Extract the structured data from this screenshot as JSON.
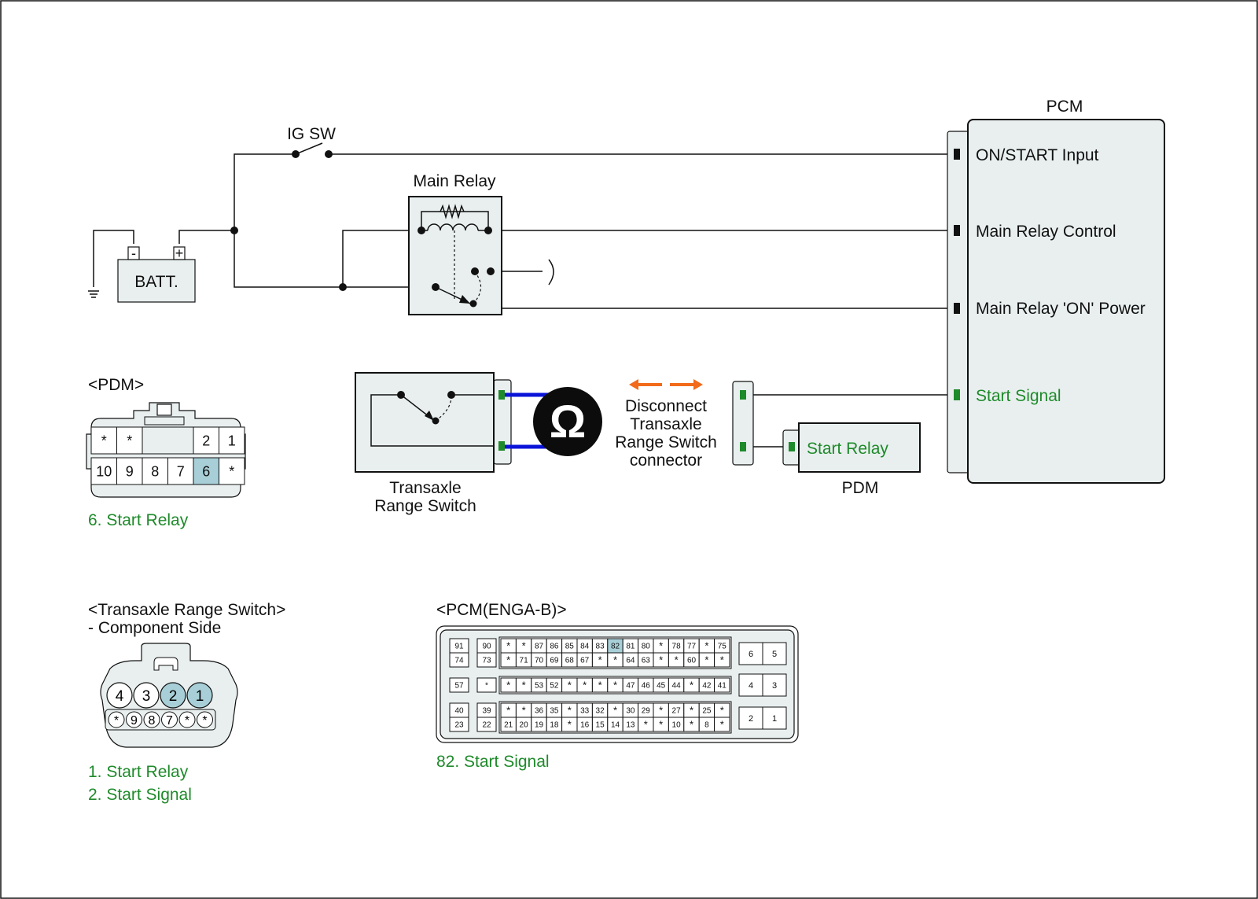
{
  "labels": {
    "ig_sw": "IG SW",
    "main_relay": "Main Relay",
    "battery": "BATT.",
    "battery_neg": "-",
    "battery_pos": "+",
    "pcm": "PCM",
    "pdm_bottom": "PDM",
    "trs_line1": "Transaxle",
    "trs_line2": "Range Switch",
    "disconnect": [
      "Disconnect",
      "Transaxle",
      "Range Switch",
      "connector"
    ],
    "ohm": "Ω",
    "start_relay_box": "Start Relay"
  },
  "pcm_pins": [
    {
      "label": "ON/START Input",
      "color": "#111111"
    },
    {
      "label": "Main Relay Control",
      "color": "#111111"
    },
    {
      "label": "Main Relay 'ON' Power",
      "color": "#111111"
    },
    {
      "label": "Start Signal",
      "color": "#1e8a2a"
    }
  ],
  "pdm_connector": {
    "title": "<PDM>",
    "row1": [
      "*",
      "*",
      "",
      "2",
      "1"
    ],
    "row2": [
      "10",
      "9",
      "8",
      "7",
      "6",
      "*"
    ],
    "highlight": "6",
    "notes": [
      "6. Start Relay"
    ]
  },
  "trs_connector": {
    "title": "<Transaxle Range Switch>",
    "subtitle": "- Component Side",
    "top": [
      "4",
      "3",
      "2",
      "1"
    ],
    "bottom": [
      "*",
      "9",
      "8",
      "7",
      "*",
      "*"
    ],
    "highlight": [
      "2",
      "1"
    ],
    "notes": [
      "1. Start Relay",
      "2. Start Signal"
    ]
  },
  "pcm_connector": {
    "title": "<PCM(ENGA-B)>",
    "highlight": "82",
    "notes": [
      "82. Start Signal"
    ],
    "groups": [
      {
        "left": [
          [
            "91",
            "74"
          ],
          [
            "90",
            "73"
          ]
        ],
        "rows": [
          [
            "*",
            "*",
            "87",
            "86",
            "85",
            "84",
            "83",
            "82",
            "81",
            "80",
            "*",
            "78",
            "77",
            "*",
            "75"
          ],
          [
            "*",
            "71",
            "70",
            "69",
            "68",
            "67",
            "*",
            "*",
            "64",
            "63",
            "*",
            "*",
            "60",
            "*",
            "*"
          ]
        ],
        "right": [
          [
            "6",
            "5"
          ]
        ]
      },
      {
        "left": [
          [
            "57"
          ],
          [
            "*"
          ]
        ],
        "rows": [
          [
            "*",
            "*",
            "53",
            "52",
            "*",
            "*",
            "*",
            "*",
            "47",
            "46",
            "45",
            "44",
            "*",
            "42",
            "41"
          ]
        ],
        "right": [
          [
            "4",
            "3"
          ]
        ]
      },
      {
        "left": [
          [
            "40",
            "23"
          ],
          [
            "39",
            "22"
          ]
        ],
        "rows": [
          [
            "*",
            "*",
            "36",
            "35",
            "*",
            "33",
            "32",
            "*",
            "30",
            "29",
            "*",
            "27",
            "*",
            "25",
            "*"
          ],
          [
            "21",
            "20",
            "19",
            "18",
            "*",
            "16",
            "15",
            "14",
            "13",
            "*",
            "*",
            "10",
            "*",
            "8",
            "*"
          ]
        ],
        "right": [
          [
            "2",
            "1"
          ]
        ]
      }
    ]
  },
  "colors": {
    "label_green": "#1e8a2a",
    "pin_green": "#1e8a2a",
    "highlight_pin": "#a8cfd8",
    "component_fill": "#e9efef",
    "probe_wire": "#0a14d8",
    "disconnect_arrow": "#f26a1b"
  }
}
